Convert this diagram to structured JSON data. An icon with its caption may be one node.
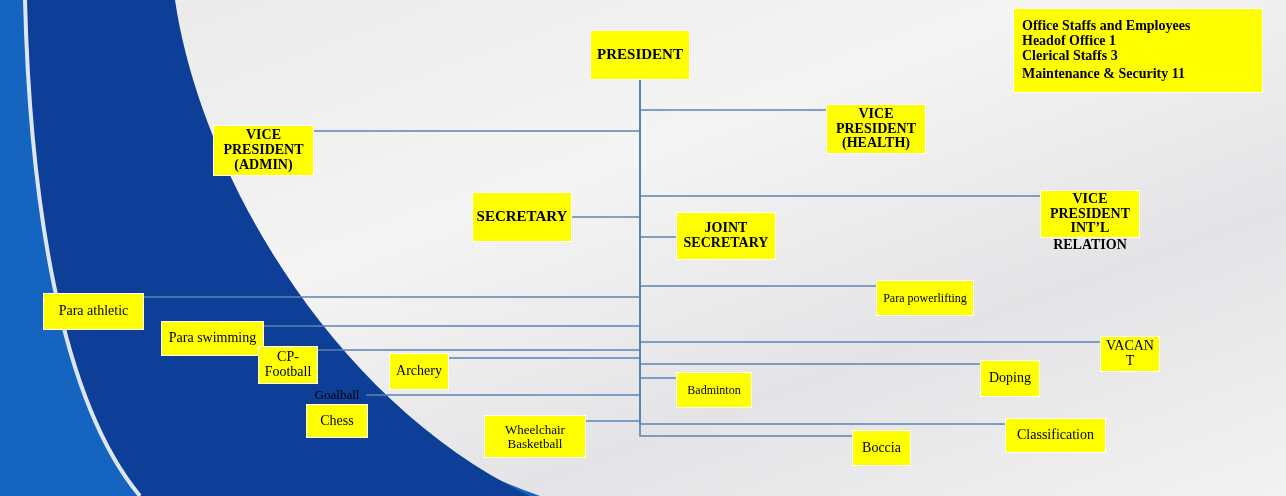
{
  "diagram": {
    "nodes": [
      {
        "text": [
          "PRESIDENT"
        ]
      },
      {
        "text": [
          "Office Staffs and Employees",
          "Headof Office 1",
          "Clerical Staffs 3",
          "Maintenance & Security 11"
        ]
      },
      {
        "text": [
          "VICE PRESIDENT (HEALTH)"
        ]
      },
      {
        "text": [
          "VICE PRESIDENT (ADMIN)"
        ]
      },
      {
        "text": [
          "SECRETARY"
        ]
      },
      {
        "text": [
          "JOINT SECRETARY"
        ]
      },
      {
        "text": [
          "VICE PRESIDENT INT’L",
          "RELATION"
        ]
      },
      {
        "text": [
          "Para powerlifting"
        ]
      },
      {
        "text": [
          "Para athletic"
        ]
      },
      {
        "text": [
          "Para swimming"
        ]
      },
      {
        "text": [
          "VACANT"
        ]
      },
      {
        "text": [
          "CP- Football"
        ]
      },
      {
        "text": [
          "Archery"
        ]
      },
      {
        "text": [
          "Badminton"
        ]
      },
      {
        "text": [
          "Doping"
        ]
      },
      {
        "text": [
          "Goalball"
        ]
      },
      {
        "text": [
          "Chess"
        ]
      },
      {
        "text": [
          "Wheelchair Basketball"
        ]
      },
      {
        "text": [
          "Classification"
        ]
      },
      {
        "text": [
          "Boccia"
        ]
      }
    ],
    "edges": [
      {
        "from": 0,
        "to": 2,
        "arrow": "none"
      },
      {
        "from": 0,
        "to": 3,
        "arrow": "none"
      },
      {
        "from": 0,
        "to": 4,
        "arrow": "none"
      },
      {
        "from": 0,
        "to": 5,
        "arrow": "none"
      },
      {
        "from": 0,
        "to": 6,
        "arrow": "none"
      },
      {
        "from": 0,
        "to": 7,
        "arrow": "none"
      },
      {
        "from": 0,
        "to": 8,
        "arrow": "none"
      },
      {
        "from": 0,
        "to": 9,
        "arrow": "none"
      },
      {
        "from": 0,
        "to": 10,
        "arrow": "none"
      },
      {
        "from": 0,
        "to": 11,
        "arrow": "none"
      },
      {
        "from": 0,
        "to": 12,
        "arrow": "none"
      },
      {
        "from": 0,
        "to": 13,
        "arrow": "none"
      },
      {
        "from": 0,
        "to": 14,
        "arrow": "none"
      },
      {
        "from": 0,
        "to": 15,
        "arrow": "none"
      },
      {
        "from": 0,
        "to": 17,
        "arrow": "none"
      },
      {
        "from": 0,
        "to": 18,
        "arrow": "none"
      },
      {
        "from": 0,
        "to": 19,
        "arrow": "none"
      }
    ]
  }
}
